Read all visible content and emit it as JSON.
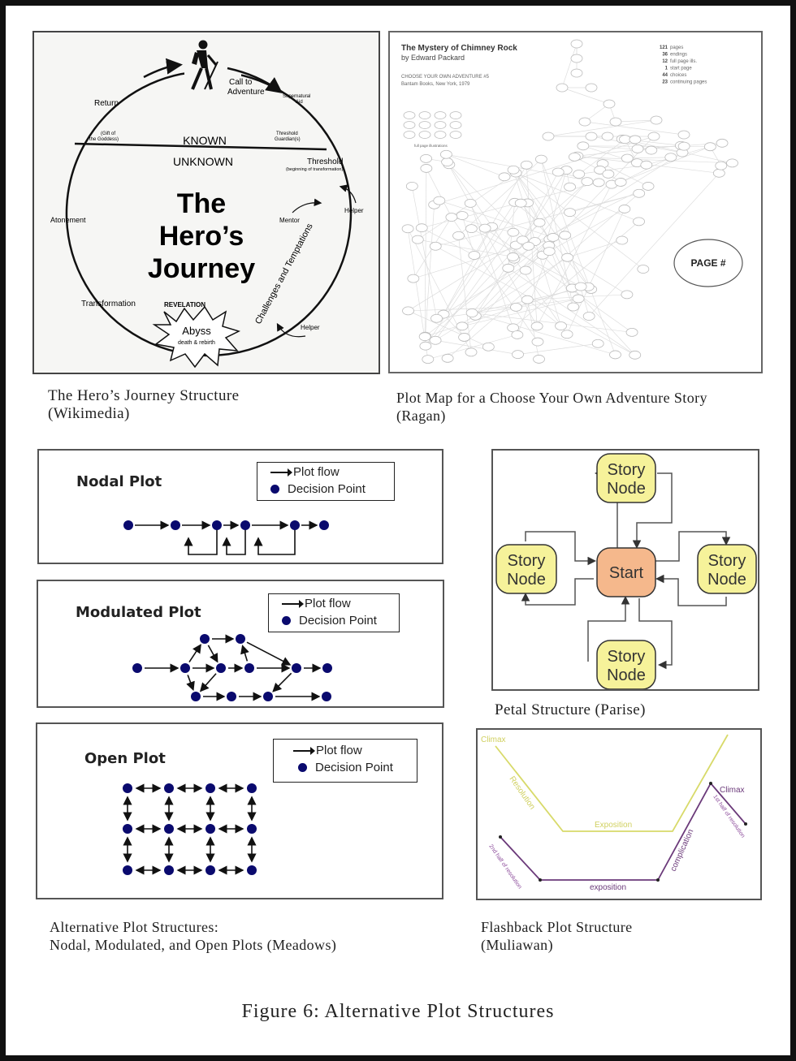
{
  "figure_title": "Figure 6: Alternative Plot Structures",
  "colors": {
    "decision_point": "#0a0a6e",
    "story_node": "#f6f29a",
    "start_node": "#f5b88c",
    "flashback_upper": "#d8da6a",
    "flashback_lower": "#6b3a7a"
  },
  "heros_journey": {
    "caption_line1": "The Hero’s Journey Structure",
    "caption_line2": "(Wikimedia)",
    "title_lines": [
      "The",
      "Hero’s",
      "Journey"
    ],
    "known": "KNOWN",
    "unknown": "UNKNOWN",
    "labels": {
      "call": [
        "Call to",
        "Adventure"
      ],
      "supernatural": [
        "Supernatural",
        "Aid"
      ],
      "return": "Return",
      "gift": [
        "(Gift of",
        "the Goddess)"
      ],
      "guardians": [
        "Threshold",
        "Guardian(s)"
      ],
      "threshold": "Threshold",
      "threshold_sub": "(beginning of transformation)",
      "helper1": "Helper",
      "mentor": "Mentor",
      "atonement": "Atonement",
      "challenges": "Challenges and Temptations",
      "transformation": "Transformation",
      "revelation": "REVELATION",
      "abyss": "Abyss",
      "abyss_sub": "death & rebirth",
      "helper2": "Helper"
    },
    "icons": {
      "hiker": "hiker-icon"
    }
  },
  "plot_map": {
    "caption_line1": "Plot Map for a Choose Your Own Adventure Story",
    "caption_line2": "(Ragan)",
    "book_title": "The Mystery of Chimney Rock",
    "author": "by Edward Packard",
    "series": "CHOOSE YOUR OWN ADVENTURE #5",
    "publisher": "Bantam Books, New York, 1979",
    "stats": [
      {
        "num": "121",
        "label": "pages"
      },
      {
        "num": "36",
        "label": "endings"
      },
      {
        "num": "12",
        "label": "full page ills."
      },
      {
        "num": "1",
        "label": "start page"
      },
      {
        "num": "44",
        "label": "choices"
      },
      {
        "num": "23",
        "label": "continuing pages"
      }
    ],
    "illustrations_label": "full page illustrations",
    "page_key": "PAGE #"
  },
  "legend": {
    "plot_flow": "Plot flow",
    "decision_point": "Decision Point"
  },
  "nodal": {
    "title": "Nodal Plot"
  },
  "modulated": {
    "title": "Modulated Plot"
  },
  "open": {
    "title": "Open Plot"
  },
  "alt_caption": {
    "line1": "Alternative Plot Structures:",
    "line2": "Nodal, Modulated, and Open Plots (Meadows)"
  },
  "petal": {
    "caption": "Petal Structure (Parise)",
    "start": "Start",
    "story_node_line1": "Story",
    "story_node_line2": "Node"
  },
  "flashback": {
    "caption_line1": "Flashback Plot Structure",
    "caption_line2": "(Muliawan)",
    "upper": {
      "climax": "Climax",
      "resolution": "Resolution",
      "exposition": "Exposition"
    },
    "lower": {
      "second_half": "2nd half of resolution",
      "exposition": "exposition",
      "complication": "complication",
      "climax": "Climax",
      "first_half": "1st half of resolution"
    }
  }
}
